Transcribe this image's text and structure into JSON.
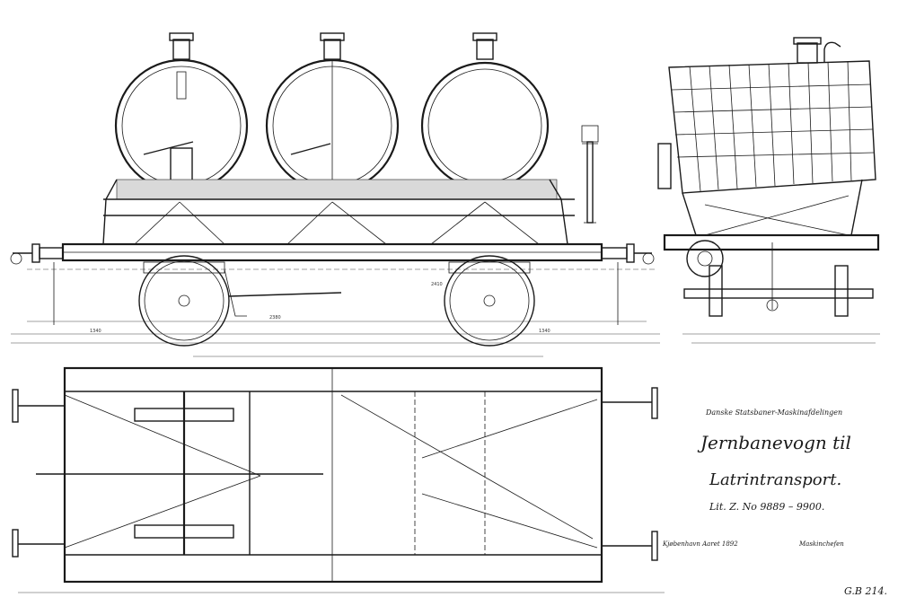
{
  "title_block": {
    "company": "Danske Statsbaner-Maskinafdelingen",
    "title_line1": "Jernbanevogn til",
    "title_line2": "Latrintransport.",
    "numbers": "Lit. Z. No 9889 – 9900.",
    "place_date": "Kjøbenhavn Aaret 1892",
    "signature": "Maskinchefen",
    "drawing_no": "G.B 214."
  }
}
